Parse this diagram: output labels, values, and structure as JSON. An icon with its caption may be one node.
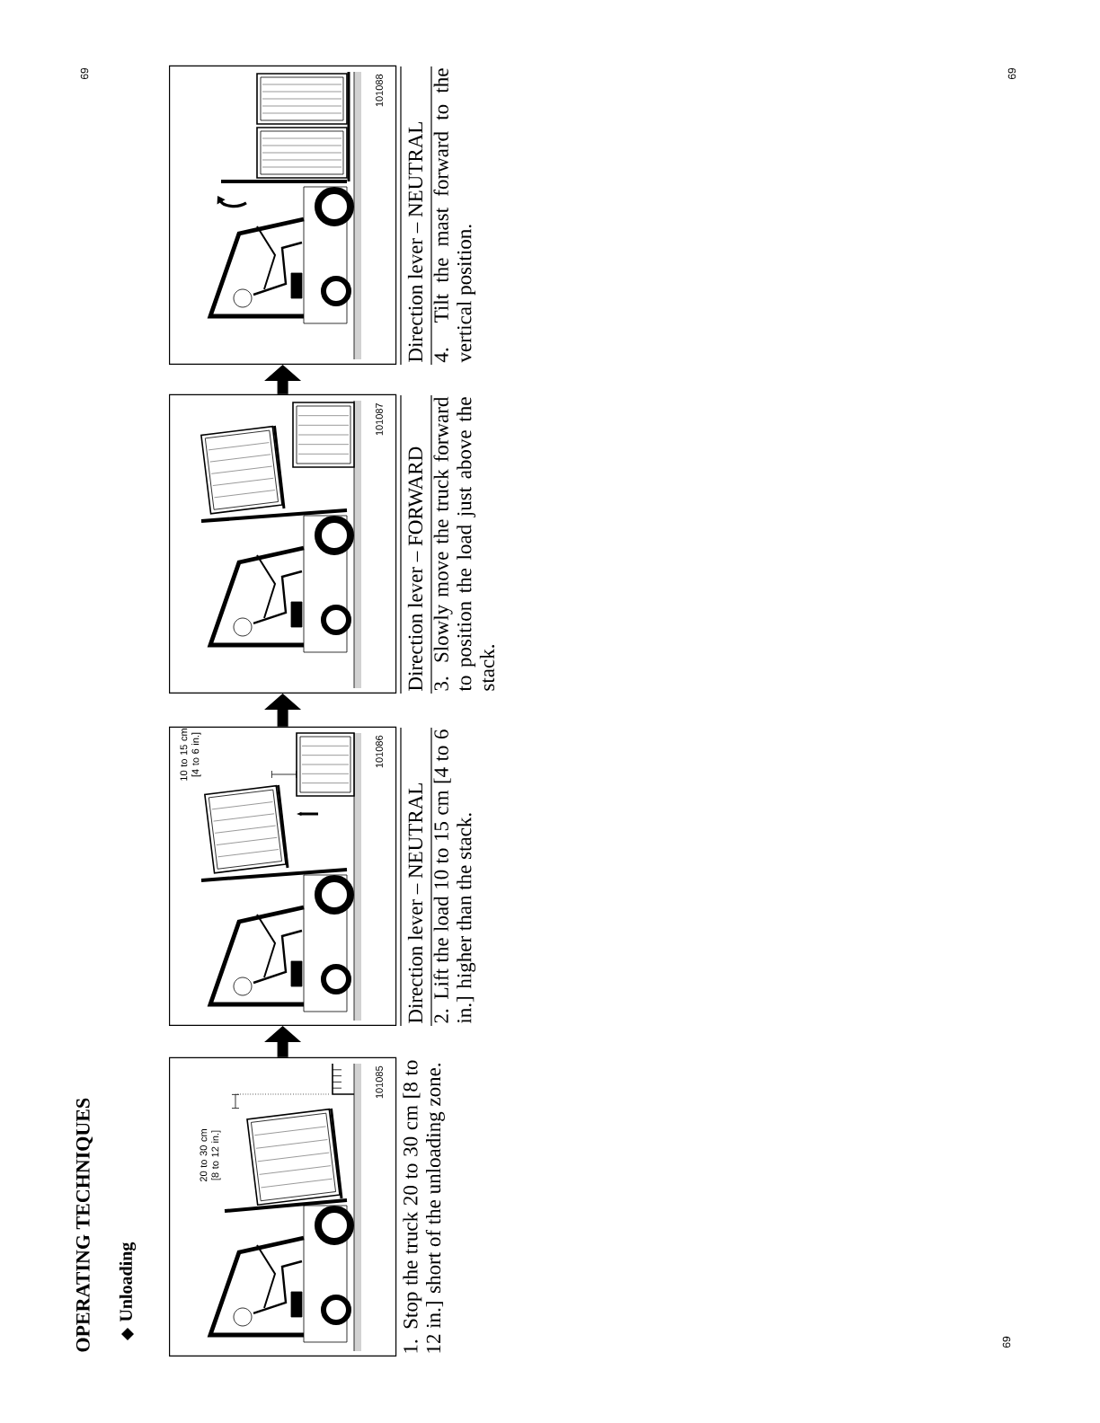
{
  "diagram": {
    "title": "OPERATING TECHNIQUES",
    "nodes": [
      {
        "text": [
          "20 to 30 cm [8 to 12 in.]",
          "101085"
        ],
        "beside": [
          "1. Stop the truck 20 to 30 cm [8 to 12 in.] short of the unloading zone."
        ]
      },
      {
        "text": [
          "10 to 15 cm [4 to 6 in.]",
          "101086"
        ],
        "beside": [
          "Direction lever – NEUTRAL",
          "2. Lift the load 10 to 15 cm [4 to 6 in.] higher than the stack."
        ]
      },
      {
        "text": [
          "101087"
        ],
        "beside": [
          "Direction lever – FORWARD",
          "3. Slowly move the truck forward to position the load just above the stack."
        ]
      },
      {
        "text": [
          "101088"
        ],
        "beside": [
          "Direction lever – NEUTRAL",
          "4. Tilt the mast forward to the vertical position."
        ]
      }
    ],
    "edges": [
      {
        "from": 0,
        "to": 1,
        "arrow": "to"
      },
      {
        "from": 1,
        "to": 2,
        "arrow": "to"
      },
      {
        "from": 2,
        "to": 3,
        "arrow": "to"
      }
    ],
    "labels": [
      "Unloading",
      "69",
      "69",
      "69"
    ]
  }
}
